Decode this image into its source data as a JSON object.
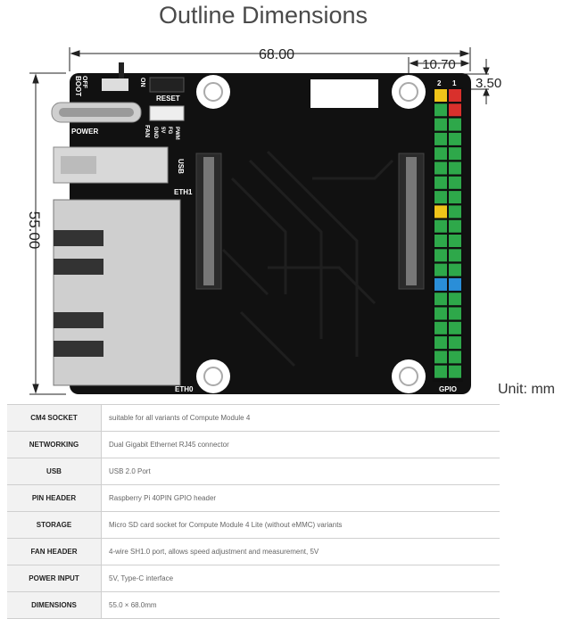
{
  "title": "Outline Dimensions",
  "dimensions": {
    "width": "68.00",
    "height": "55.00",
    "hole_offset": "10.70",
    "hole_inset": "3.50",
    "unit_label": "Unit: mm"
  },
  "silkscreen": {
    "boot": "BOOT",
    "off": "OFF",
    "on": "ON",
    "reset": "RESET",
    "power": "POWER",
    "fan": "FAN",
    "gnd": "GND",
    "fan_5v": "5V",
    "fg": "FG",
    "pwm": "PWM",
    "usb": "USB",
    "eth1": "ETH1",
    "eth0": "ETH0",
    "gpio": "GPIO",
    "pin1": "1",
    "pin2": "2"
  },
  "colors": {
    "pcb": "#111111",
    "header_green": "#2ea84a",
    "pin_red": "#d9302c",
    "pin_yellow": "#f0c419",
    "pin_blue": "#2a8ed8"
  },
  "specs": [
    {
      "key": "CM4 SOCKET",
      "value": "suitable for all variants of Compute Module 4"
    },
    {
      "key": "NETWORKING",
      "value": "Dual Gigabit Ethernet RJ45 connector"
    },
    {
      "key": "USB",
      "value": "USB 2.0 Port"
    },
    {
      "key": "PIN HEADER",
      "value": "Raspberry Pi 40PIN GPIO header"
    },
    {
      "key": "STORAGE",
      "value": "Micro SD card socket for Compute Module 4 Lite (without eMMC) variants"
    },
    {
      "key": "FAN HEADER",
      "value": "4-wire SH1.0 port, allows speed adjustment and measurement, 5V"
    },
    {
      "key": "POWER INPUT",
      "value": "5V, Type-C interface"
    },
    {
      "key": "DIMENSIONS",
      "value": "55.0 × 68.0mm"
    }
  ]
}
